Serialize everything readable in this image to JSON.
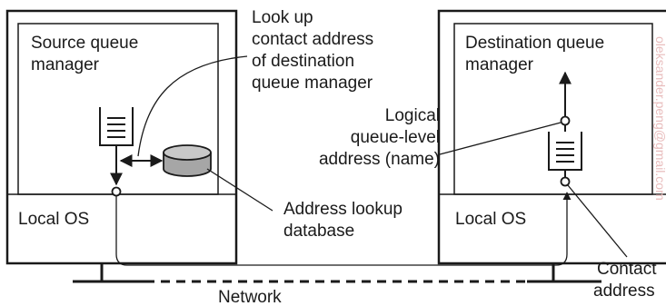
{
  "source": {
    "title_line1": "Source queue",
    "title_line2": "manager",
    "os_label": "Local OS"
  },
  "destination": {
    "title_line1": "Destination queue",
    "title_line2": "manager",
    "os_label": "Local OS"
  },
  "annotations": {
    "lookup": [
      "Look up",
      "contact address",
      "of destination",
      "queue manager"
    ],
    "database": [
      "Address lookup",
      "database"
    ],
    "logical": [
      "Logical",
      "queue-level",
      "address (name)"
    ],
    "contact": [
      "Contact",
      "address"
    ]
  },
  "network_label": "Network",
  "watermark": "oleksander.peng@gmail.com",
  "colors": {
    "line": "#1a1a1a",
    "database_fill": "#a6a6a6",
    "database_top": "#c8c8c8",
    "background": "#ffffff",
    "watermark": "#e8bcbc"
  }
}
